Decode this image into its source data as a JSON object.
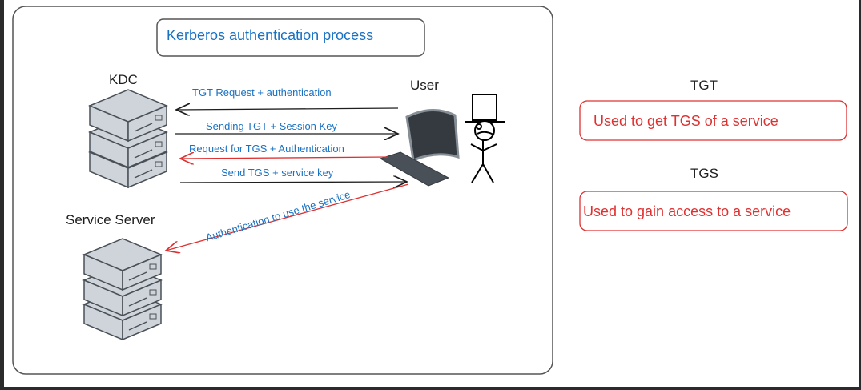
{
  "title": "Kerberos authentication process",
  "nodes": {
    "kdc": "KDC",
    "user": "User",
    "service_server": "Service Server"
  },
  "arrows": [
    {
      "label": "TGT Request + authentication",
      "color": "#1e1e1e"
    },
    {
      "label": "Sending TGT + Session Key",
      "color": "#1e1e1e"
    },
    {
      "label": "Request for TGS + Authentication",
      "color": "#e03131"
    },
    {
      "label": "Send TGS + service key",
      "color": "#1e1e1e"
    },
    {
      "label": "Authentication to use the service",
      "color": "#e03131"
    }
  ],
  "legend": [
    {
      "term": "TGT",
      "description": "Used to get TGS of a service"
    },
    {
      "term": "TGS",
      "description": "Used to gain access to a service"
    }
  ],
  "colors": {
    "label_blue": "#1971c2",
    "accent_red": "#e03131",
    "server_fill": "#ced4da"
  }
}
